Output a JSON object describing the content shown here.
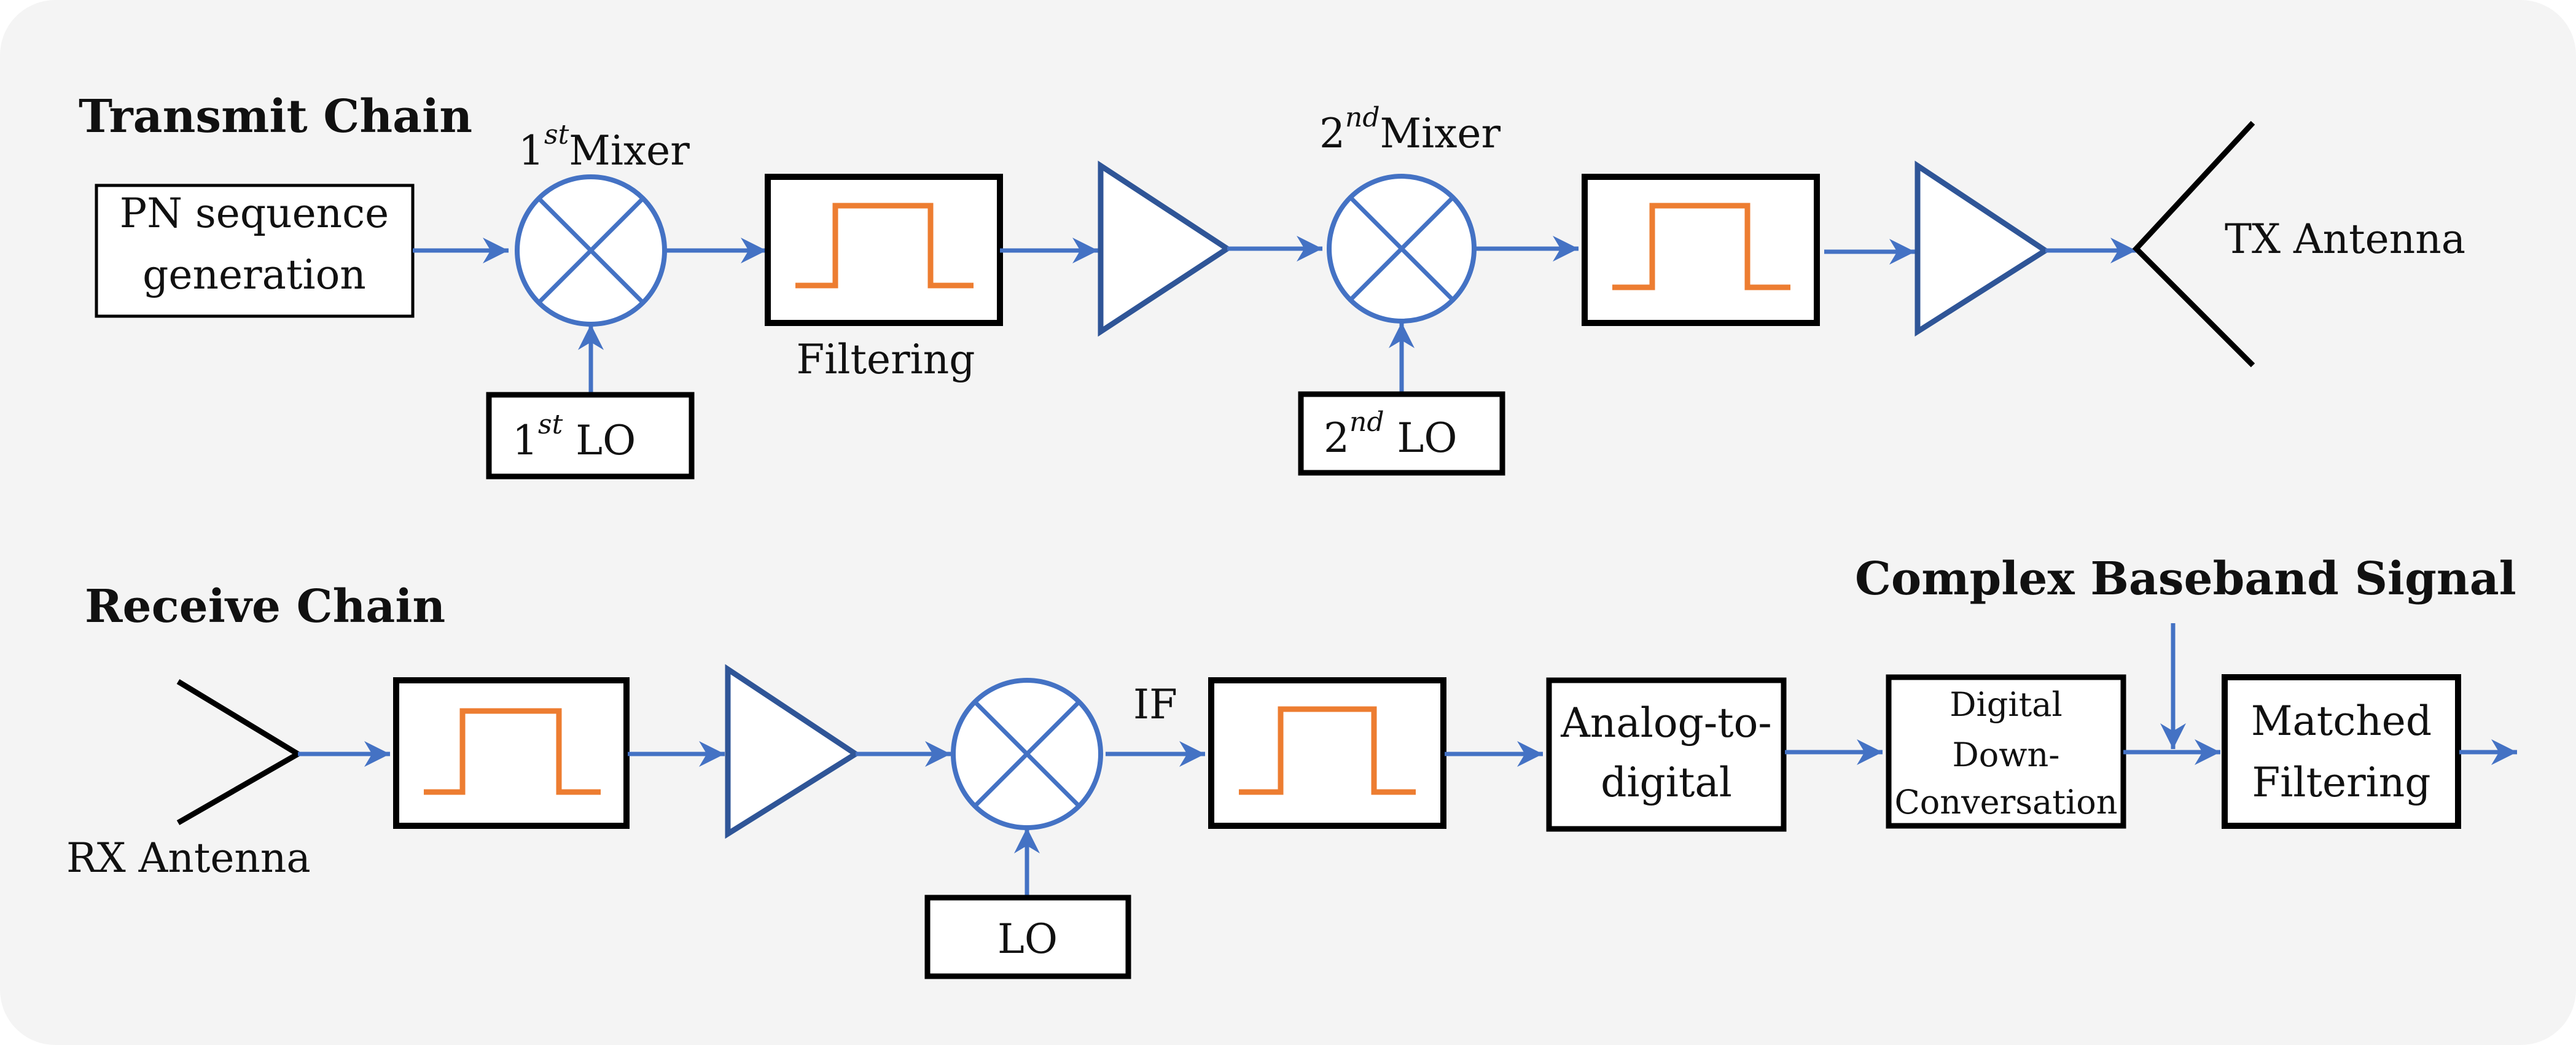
{
  "transmit": {
    "title": "Transmit Chain",
    "pn_box": {
      "line1": "PN sequence",
      "line2": "generation"
    },
    "mixer1": {
      "base": "1",
      "sup": "st",
      "text": "Mixer"
    },
    "lo1": {
      "base": "1",
      "sup": "st",
      "text": " LO"
    },
    "filter_label": "Filtering",
    "mixer2": {
      "base": "2",
      "sup": "nd",
      "text": "Mixer"
    },
    "lo2": {
      "base": "2",
      "sup": "nd",
      "text": " LO"
    },
    "antenna_label": "TX Antenna"
  },
  "receive": {
    "title": "Receive Chain",
    "antenna_label": "RX Antenna",
    "lo_label": "LO",
    "if_label": "IF",
    "adc": {
      "line1": "Analog-to-",
      "line2": "digital"
    },
    "ddc": {
      "line1": "Digital",
      "line2": "Down-",
      "line3": "Conversation"
    },
    "matched": {
      "line1": "Matched",
      "line2": "Filtering"
    },
    "baseband_label": "Complex Baseband Signal"
  },
  "colors": {
    "background": "#f4f4f4",
    "signal_wire": "#4472c4",
    "amplifier": "#2f5597",
    "filter_pulse": "#ed7d31",
    "box_border": "#000000"
  },
  "icons": {
    "mixer": "mixer-icon",
    "amplifier": "amplifier-triangle-icon",
    "filter": "bandpass-pulse-icon",
    "antenna": "antenna-icon",
    "arrow": "arrow-right-icon"
  }
}
